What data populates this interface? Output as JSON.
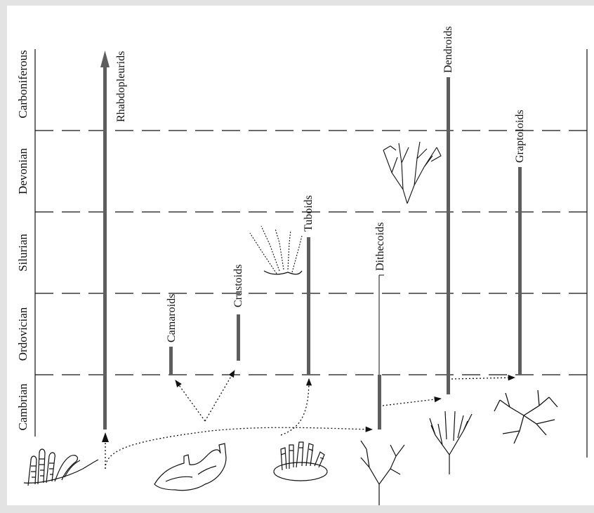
{
  "periods": [
    "Cambrian",
    "Ordovician",
    "Silurian",
    "Devonian",
    "Carboniferous"
  ],
  "taxa": [
    "Rhabdopleurids",
    "Camaroids",
    "Crustoids",
    "Tuboids",
    "Dithecoids",
    "Dendroids",
    "Graptoloids"
  ],
  "colors": {
    "background": "#e3e3e3",
    "panel": "#ffffff",
    "range_bar": "#5e5e5e",
    "line": "#111111"
  }
}
